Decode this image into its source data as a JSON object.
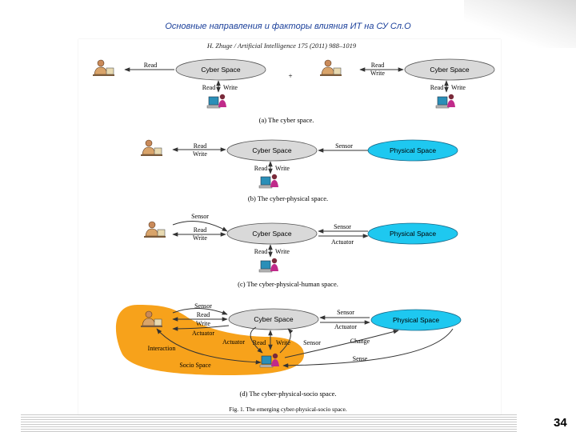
{
  "slide": {
    "title": "Основные направления и факторы влияния ИТ на СУ Сл.О",
    "page_number": "34"
  },
  "figure": {
    "header": "H. Zhuge / Artificial Intelligence 175 (2011) 988–1019",
    "caption": "Fig. 1. The emerging cyber-physical-socio space.",
    "panel_a": {
      "caption": "(a) The cyber space.",
      "plus": "+",
      "cyber": "Cyber Space",
      "read_left": "Read",
      "read_bottom": "Read",
      "write_bottom": "Write",
      "read_right": "Read",
      "write_right": "Write",
      "read_bottom2": "Read",
      "write_bottom2": "Write"
    },
    "panel_b": {
      "caption": "(b) The cyber-physical space.",
      "cyber": "Cyber Space",
      "physical": "Physical Space",
      "read": "Read",
      "write": "Write",
      "sensor": "Sensor",
      "read_bottom": "Read",
      "write_bottom": "Write"
    },
    "panel_c": {
      "caption": "(c) The cyber-physical-human space.",
      "cyber": "Cyber Space",
      "physical": "Physical Space",
      "sensor_top": "Sensor",
      "read": "Read",
      "write": "Write",
      "sensor": "Sensor",
      "actuator": "Actuator",
      "read_bottom": "Read",
      "write_bottom": "Write"
    },
    "panel_d": {
      "caption": "(d) The cyber-physical-socio space.",
      "cyber": "Cyber Space",
      "physical": "Physical Space",
      "sensor_top": "Sensor",
      "read": "Read",
      "write": "Write",
      "actuator_left": "Actuator",
      "sensor": "Sensor",
      "actuator": "Actuator",
      "actuator_bottom": "Actuator",
      "read_bottom": "Read",
      "write_bottom": "Write",
      "sensor_bottom": "Sensor",
      "change": "Change",
      "sense": "Sense",
      "interaction": "Interaction",
      "socio": "Socio Space"
    }
  },
  "colors": {
    "title": "#1a3f9a",
    "cyber_fill": "#d9d9d9",
    "physical_fill": "#1ec8f0",
    "socio_fill": "#f7a21b"
  }
}
